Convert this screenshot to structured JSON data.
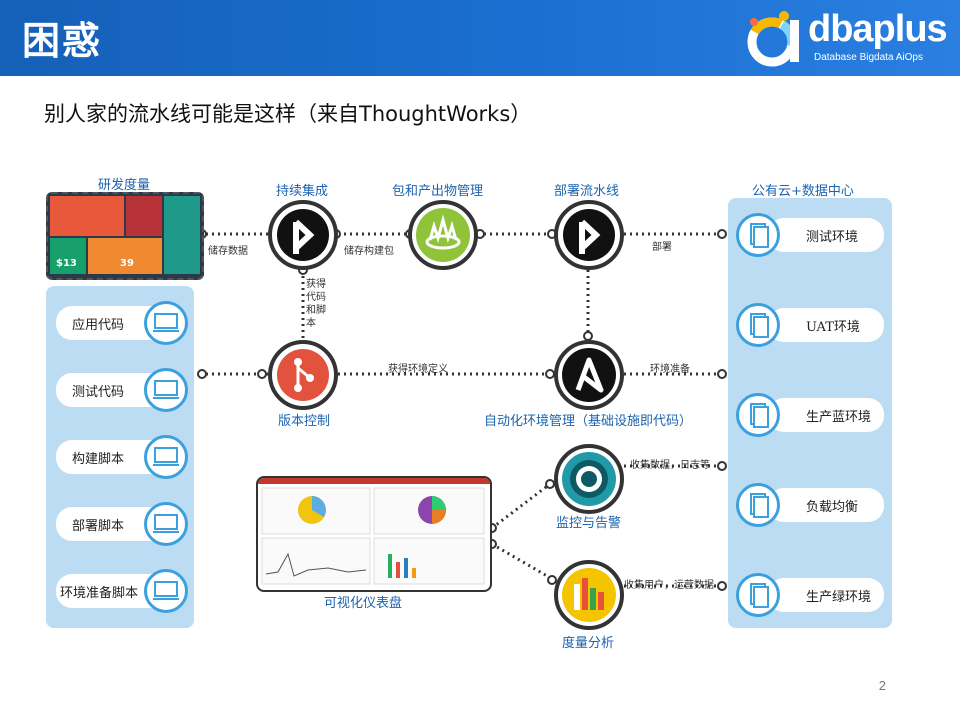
{
  "header": {
    "title": "困惑"
  },
  "logo": {
    "brand": "dbaplus",
    "tagline": "Database  Bigdata  AiOps"
  },
  "subtitle": "别人家的流水线可能是这样（来自ThoughtWorks）",
  "nodes": {
    "metrics": "研发度量",
    "ci": "持续集成",
    "artifact": "包和产出物管理",
    "deploy": "部署流水线",
    "cloud": "公有云+数据中心",
    "vcs": "版本控制",
    "automation": "自动化环境管理（基础设施即代码）",
    "monitor": "监控与告警",
    "analysis": "度量分析",
    "dashboard": "可视化仪表盘"
  },
  "edges": {
    "store_data": "储存数据",
    "store_build": "储存构建包",
    "deploy": "部署",
    "get_code": "获得代码和脚本",
    "get_env": "获得环境定义",
    "env_prepare": "环境准备",
    "collect_logs": "收集数据，日志等",
    "collect_users": "收集用户，运营数据"
  },
  "source_items": [
    "应用代码",
    "测试代码",
    "构建脚本",
    "部署脚本",
    "环境准备脚本"
  ],
  "env_items": [
    "测试环境",
    "UAT环境",
    "生产蓝环境",
    "负载均衡",
    "生产绿环境"
  ],
  "metrics_tiles": {
    "big1": "$13",
    "big2": "39"
  },
  "page_number": "2",
  "colors": {
    "header": "#1a6fd0",
    "label": "#1b63b0",
    "panel": "#bcdcf3",
    "ring": "#3aa0de"
  }
}
